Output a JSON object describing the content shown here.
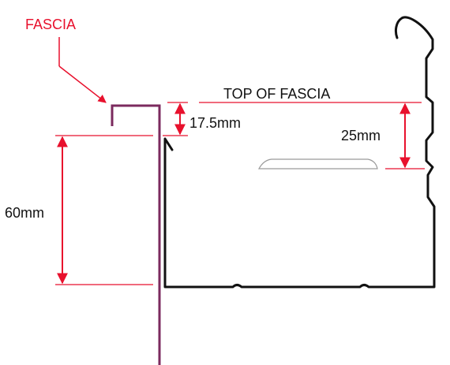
{
  "labels": {
    "fascia": "FASCIA",
    "top_of_fascia": "TOP OF FASCIA",
    "dim_17_5": "17.5mm",
    "dim_25": "25mm",
    "dim_60": "60mm"
  },
  "colors": {
    "annotation": "#e8112d",
    "fascia_board": "#7b2a5e",
    "gutter_profile": "#111111",
    "text": "#111111",
    "slot_outline": "#9a9a9a"
  }
}
